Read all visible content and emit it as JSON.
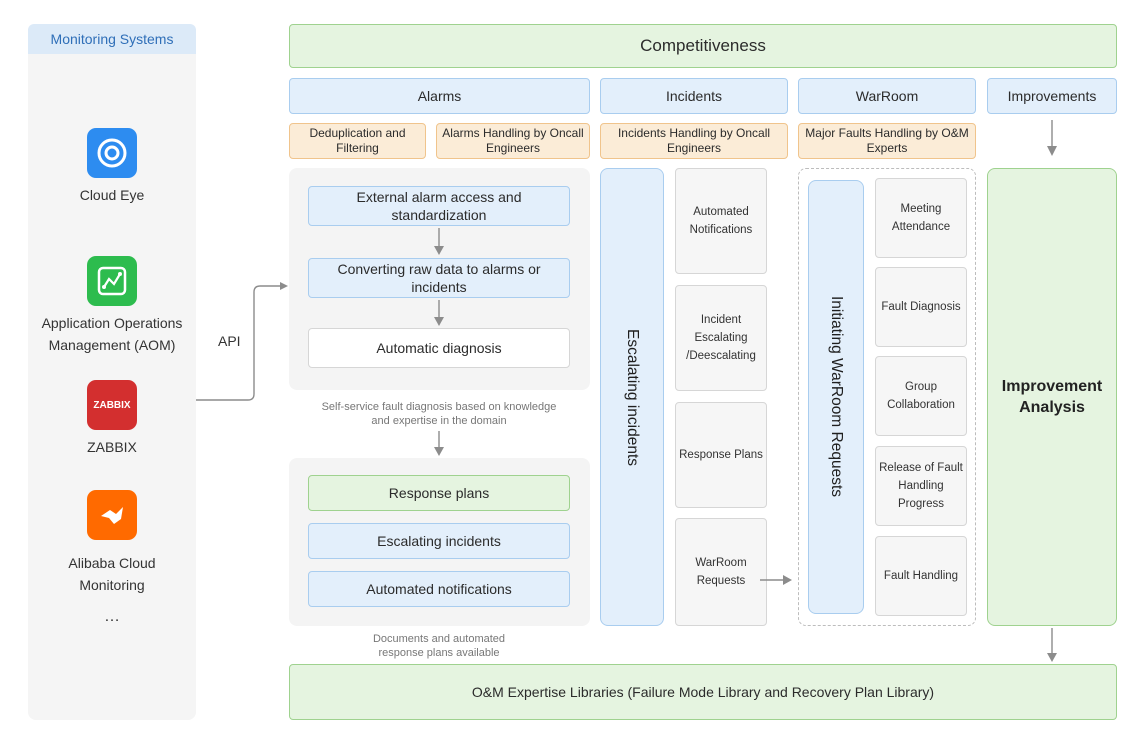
{
  "sidebar": {
    "title": "Monitoring Systems",
    "sources": [
      {
        "label": "Cloud Eye",
        "icon": "eye-icon",
        "color": "#2d8cf0"
      },
      {
        "label": "Application Operations Management (AOM)",
        "icon": "aom-chart-icon",
        "color": "#2dbc4e"
      },
      {
        "label": "ZABBIX",
        "icon": "zabbix-logo-icon",
        "icon_text": "ZABBIX",
        "color": "#d32f2f"
      },
      {
        "label": "Alibaba Cloud Monitoring",
        "icon": "alibaba-cloud-monitor-icon",
        "color": "#ff6a00"
      }
    ],
    "more": "…",
    "api_label": "API"
  },
  "header": {
    "title": "Competitiveness"
  },
  "columns": {
    "alarms": "Alarms",
    "incidents": "Incidents",
    "warroom": "WarRoom",
    "improvements": "Improvements"
  },
  "roles": {
    "dedup": "Deduplication and Filtering",
    "alarm_handling": "Alarms Handling by Oncall Engineers",
    "incident_handling": "Incidents Handling by Oncall Engineers",
    "major_faults": "Major Faults Handling by O&M Experts"
  },
  "alarm_steps": [
    "External alarm access and standardization",
    "Converting raw data to alarms or incidents",
    "Automatic diagnosis"
  ],
  "self_service_note": "Self-service fault diagnosis based on knowledge and expertise in the domain",
  "response_steps": [
    "Response plans",
    "Escalating incidents",
    "Automated notifications"
  ],
  "docs_note": "Documents and automated response plans available",
  "incidents": {
    "vertical_label": "Escalating incidents",
    "items": [
      "Automated Notifications",
      "Incident Escalating /Deescalating",
      "Response Plans",
      "WarRoom Requests"
    ]
  },
  "warroom": {
    "vertical_label": "Initiating WarRoom Requests",
    "items": [
      "Meeting Attendance",
      "Fault Diagnosis",
      "Group Collaboration",
      "Release of Fault Handling Progress",
      "Fault Handling"
    ]
  },
  "improvement": {
    "title": "Improvement Analysis"
  },
  "footer": {
    "title": "O&M Expertise Libraries (Failure Mode Library and Recovery Plan Library)"
  },
  "colors": {
    "blue_fill": "#e3effb",
    "blue_border": "#a9cdef",
    "green_fill": "#e5f4e0",
    "green_border": "#9fd28f",
    "orange_fill": "#fbecd7",
    "orange_border": "#f0c48c"
  }
}
